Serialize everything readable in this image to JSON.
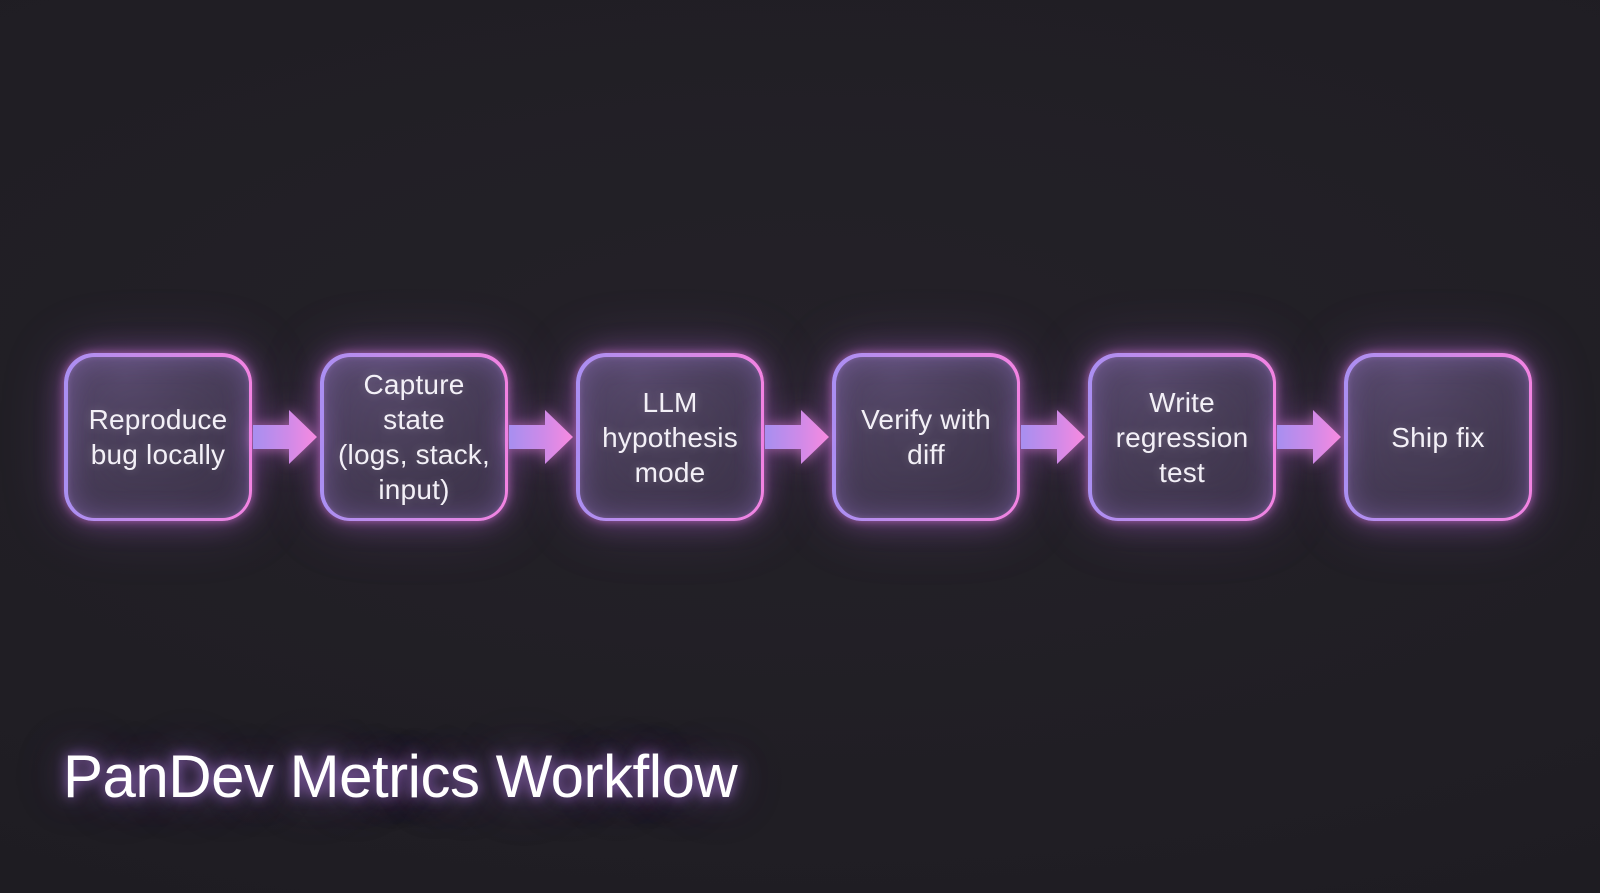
{
  "title": "PanDev Metrics Workflow",
  "flow": {
    "steps": [
      {
        "label": "Reproduce\nbug locally"
      },
      {
        "label": "Capture\nstate\n(logs, stack,\ninput)"
      },
      {
        "label": "LLM\nhypothesis\nmode"
      },
      {
        "label": "Verify with\ndiff"
      },
      {
        "label": "Write\nregression\ntest"
      },
      {
        "label": "Ship fix"
      }
    ],
    "connector_icon": "arrow-right-icon",
    "direction": "left-to-right"
  },
  "colors": {
    "background": "#201e24",
    "border_violet": "#aa8ff2",
    "border_mid": "#cf8ae8",
    "border_pink": "#f383e2",
    "glow_pink": "#ec7deb",
    "glow_violet": "#b06ee6",
    "label_color": "#f3f0f7"
  }
}
